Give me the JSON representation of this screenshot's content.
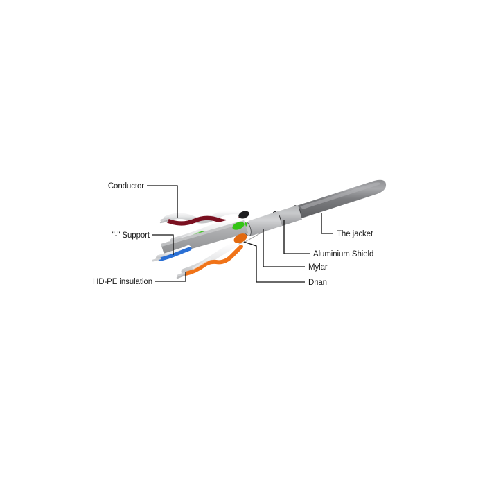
{
  "figure": {
    "title": "Shielded twisted pair network cable cutaway diagram",
    "background_color": "#ffffff"
  },
  "labels": {
    "left": [
      {
        "id": "conductor",
        "text": "Conductor"
      },
      {
        "id": "support",
        "text": "\"-\" Support"
      },
      {
        "id": "hdpe_insulation",
        "text": "HD-PE insulation"
      }
    ],
    "right": [
      {
        "id": "the_jacket",
        "text": "The jacket"
      },
      {
        "id": "aluminium_shield",
        "text": "Aluminium Shield"
      },
      {
        "id": "mylar",
        "text": "Mylar"
      },
      {
        "id": "drian",
        "text": "Drian"
      }
    ]
  },
  "colors": {
    "jacket_outer": "#6f7073",
    "jacket_outer_light": "#9a9b9e",
    "jacket_dark_ring": "#2b2b2d",
    "mylar": "#b9b9bb",
    "aluminium": "#a9aaac",
    "support_spline": "#a0a1a3",
    "wire_brown": "#7a1020",
    "wire_green": "#34c415",
    "wire_orange": "#f07318",
    "wire_blue": "#2a6fd4",
    "wire_white": "#f2f2f2",
    "wire_sheen": "#d9dadc",
    "leader_line": "#111111",
    "text": "#1a1a1a"
  },
  "parts": [
    {
      "id": "conductor",
      "name": "Conductor",
      "wire_color": "#7a1020"
    },
    {
      "id": "support",
      "name": "\"-\" Support",
      "wire_color": "#a0a1a3"
    },
    {
      "id": "hdpe_insulation",
      "name": "HD-PE insulation",
      "wire_color": "#f07318"
    },
    {
      "id": "drian",
      "name": "Drian",
      "wire_color": "#9a9a9a"
    },
    {
      "id": "mylar",
      "name": "Mylar",
      "wire_color": "#b9b9bb"
    },
    {
      "id": "aluminium_shield",
      "name": "Aluminium Shield",
      "wire_color": "#a9aaac"
    },
    {
      "id": "the_jacket",
      "name": "The jacket",
      "wire_color": "#6f7073"
    }
  ]
}
